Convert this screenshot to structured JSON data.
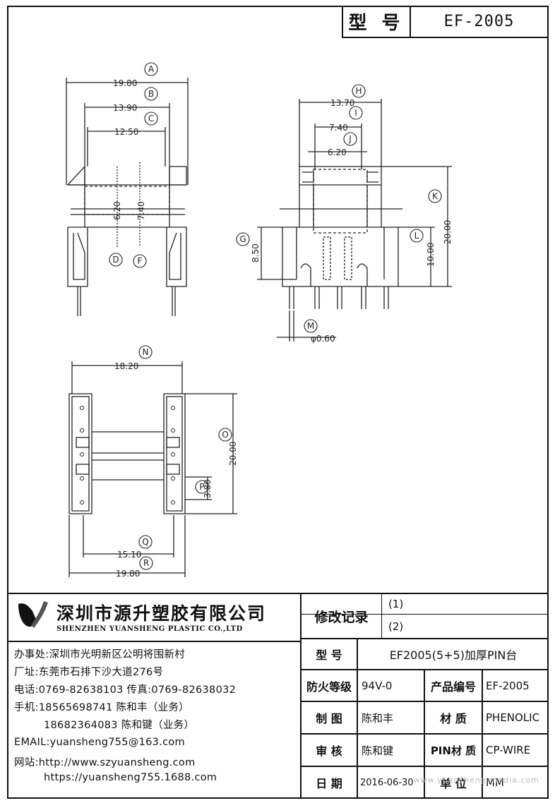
{
  "header": {
    "model_label": "型 号",
    "model_value": "EF-2005"
  },
  "dimensions": {
    "A": "19.80",
    "B": "13.90",
    "C": "12.50",
    "D": "6.20",
    "F": "7.40",
    "H": "13.70",
    "I": "7.40",
    "J": "6.20",
    "K": "20.00",
    "G": "8.50",
    "L": "10.00",
    "M": "φ0.60",
    "N": "18.20",
    "O": "20.00",
    "P": "3.80",
    "Q": "15.10",
    "R": "19.80"
  },
  "markers": [
    "A",
    "B",
    "C",
    "D",
    "F",
    "H",
    "I",
    "J",
    "K",
    "G",
    "L",
    "M",
    "N",
    "O",
    "P",
    "Q",
    "R"
  ],
  "company": {
    "name_cn": "深圳市源升塑胶有限公司",
    "name_en": "SHENZHEN YUANSHENG PLASTIC CO.,LTD",
    "office": "办事处:深圳市光明新区公明将围新村",
    "factory": "厂址:东莞市石排下沙大道276号",
    "phone": "电话:0769-82638103 传真:0769-82638032",
    "mobile1": "手机:18565698741 陈和丰（业务）",
    "mobile2": "18682364083 陈和键（业务）",
    "email": "EMAIL:yuansheng755@163.com",
    "web1": "网站:http://www.szyuansheng.com",
    "web2": "https://yuansheng755.1688.com"
  },
  "revision": {
    "label": "修改记录",
    "row1": "(1)",
    "row2": "(2)"
  },
  "spec": {
    "type_label": "型 号",
    "type_value": "EF2005(5+5)加厚PIN台",
    "fire_label": "防火等级",
    "fire_value": "94V-0",
    "code_label": "产品编号",
    "code_value": "EF-2005",
    "drawn_label": "制 图",
    "drawn_value": "陈和丰",
    "material_label": "材 质",
    "material_value": "PHENOLIC",
    "check_label": "审 核",
    "check_value": "陈和键",
    "pin_label": "PIN材 质",
    "pin_value": "CP-WIRE",
    "date_label": "日 期",
    "date_value": "2016-06-30",
    "unit_label": "单 位",
    "unit_value": "MM"
  },
  "watermark": "www.yuansheng-media.com"
}
